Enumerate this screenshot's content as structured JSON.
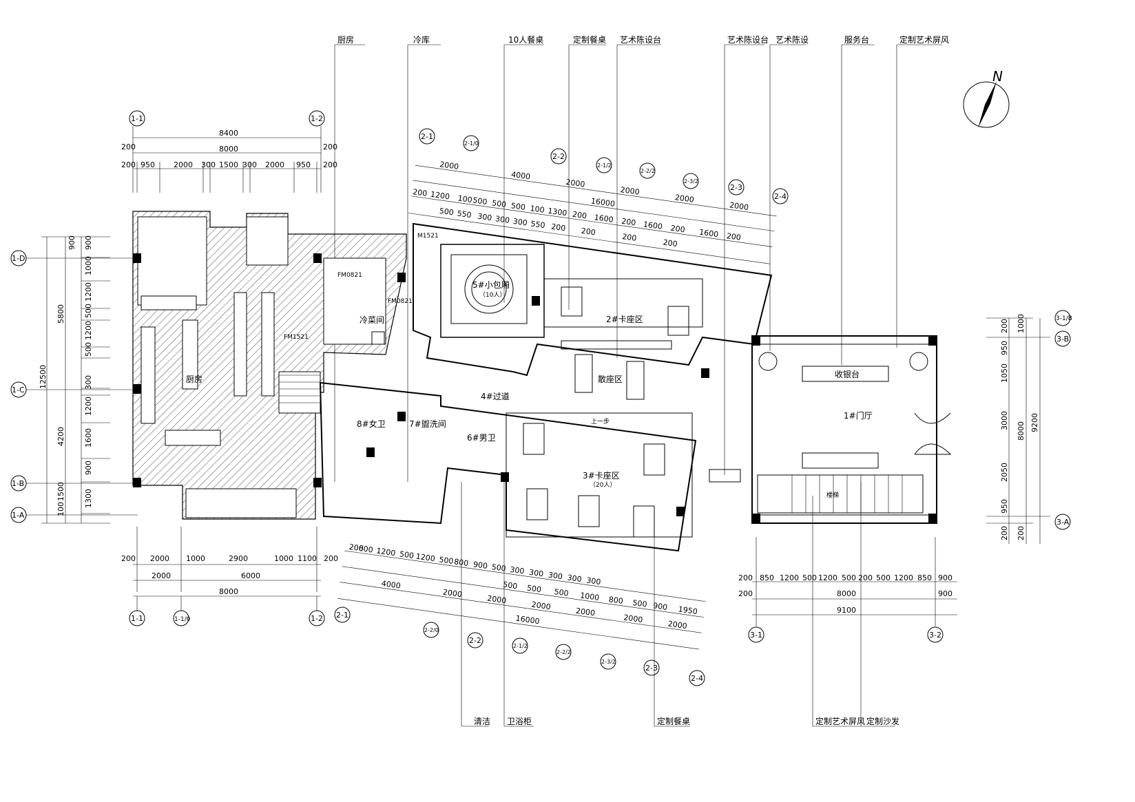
{
  "north": "N",
  "top_callouts": [
    "厨房",
    "冷库",
    "10人餐桌",
    "定制餐桌",
    "艺术陈设台",
    "艺术陈设台",
    "艺术陈设",
    "服务台",
    "定制艺术屏风"
  ],
  "bottom_callouts": [
    "清洁",
    "卫浴柜",
    "定制餐桌",
    "定制艺术屏风",
    "定制沙发"
  ],
  "rooms": {
    "kitchen": "厨房",
    "cold_room": "冷菜间",
    "private_room": "5#小包厢",
    "private_room_cap": "（10人）",
    "booth_area_top": "2#卡座区",
    "dining_area": "散座区",
    "corridor": "4#过道",
    "womens_wc": "8#女卫",
    "washroom": "7#盥洗间",
    "mens_wc": "6#男卫",
    "booth_area_bottom": "3#卡座区",
    "booth_cap": "（20人）",
    "lobby": "1#门厅",
    "reception": "收银台",
    "door_m1521": "M1521",
    "door_fm0821": "FM0821",
    "door_fm1521": "FM1521",
    "door_fm0821b": "FM0821",
    "wc_stair": "楼梯",
    "up_mark": "上一步"
  },
  "axes": {
    "plan1_top_left": "1-1",
    "plan1_top_right": "1-2",
    "plan1_left": [
      "1-D",
      "1-C",
      "1-B",
      "1-A"
    ],
    "plan1_bottom": [
      "1-1",
      "1-1/0",
      "1-2"
    ],
    "plan2_top": [
      "2-1",
      "2-1/0",
      "2-2",
      "2-1/2",
      "2-2/2",
      "2-3/2",
      "2-3",
      "2-4"
    ],
    "plan2_bottom": [
      "2-1",
      "2-2/0",
      "2-2",
      "2-1/2",
      "2-2/2",
      "2-3/2",
      "2-3",
      "2-4"
    ],
    "plan3_right": [
      "3-1/B",
      "3-B",
      "3-A"
    ],
    "plan3_bottom": [
      "3-1",
      "3-2"
    ]
  },
  "dims": {
    "p1_top_total": "8400",
    "p1_top_mid": "8000",
    "p1_top_200a": "200",
    "p1_top_200b": "200",
    "p1_top_200c": "200",
    "p1_top_200d": "200",
    "p1_top_row": [
      "950",
      "2000",
      "300",
      "1500",
      "300",
      "2000",
      "950"
    ],
    "p1_left_total": "12500",
    "p1_left_a": "5800",
    "p1_left_b": "4200",
    "p1_left_row": [
      "900",
      "1000",
      "1200",
      "500",
      "1200",
      "500",
      "300",
      "1200",
      "1600",
      "900",
      "1300"
    ],
    "p1_left_extra": [
      "1500",
      "100"
    ],
    "p1_left_900": "900",
    "p1_bottom_row": [
      "200",
      "2000",
      "1000",
      "2900",
      "1000",
      "1100",
      "200"
    ],
    "p1_bottom_mid": [
      "2000",
      "6000"
    ],
    "p1_bottom_total": "8000",
    "p2_top_a": [
      "2000",
      "4000",
      "2000",
      "2000",
      "2000",
      "2000"
    ],
    "p2_top_b": [
      "200",
      "1200",
      "100",
      "500",
      "500",
      "500",
      "100",
      "1300",
      "200",
      "1600",
      "200",
      "1600",
      "200",
      "1600",
      "200"
    ],
    "p2_top_c": [
      "500",
      "550",
      "300",
      "300",
      "300",
      "550",
      "200",
      "200",
      "200",
      "200"
    ],
    "p2_top_total": "16000",
    "p2_bot_a": [
      "200",
      "600",
      "1200",
      "500",
      "1200",
      "500",
      "800",
      "900",
      "500",
      "300",
      "300",
      "300",
      "300",
      "300"
    ],
    "p2_bot_b": [
      "500",
      "500",
      "500",
      "1000",
      "800",
      "500",
      "900",
      "1950"
    ],
    "p2_bot_c": [
      "4000",
      "2000",
      "2000",
      "2000",
      "2000",
      "2000",
      "2000"
    ],
    "p2_bot_total": "16000",
    "p3_right_a": [
      "200",
      "1000"
    ],
    "p3_right_b": [
      "950",
      "1050",
      "3000",
      "2050",
      "950",
      "200"
    ],
    "p3_right_c": [
      "8000",
      "9200"
    ],
    "p3_right_200": "200",
    "p3_bot_row": [
      "200",
      "850",
      "1200",
      "500",
      "1200",
      "500",
      "200",
      "500",
      "1200",
      "850",
      "900"
    ],
    "p3_bot_mid": [
      "200",
      "8000",
      "900"
    ],
    "p3_bot_total": "9100"
  }
}
